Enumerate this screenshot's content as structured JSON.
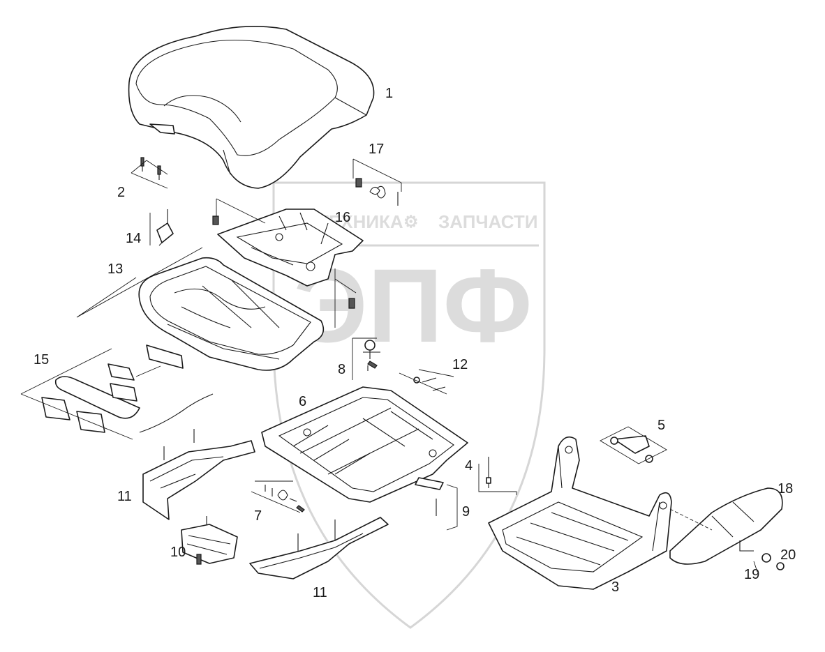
{
  "watermark": {
    "brand_left": "ТЕХНИКА",
    "brand_right": "ЗАПЧАСТИ",
    "logo": "ЭПФ",
    "gear_icon": "gear-icon"
  },
  "callouts": [
    {
      "id": "1",
      "label": "1"
    },
    {
      "id": "2",
      "label": "2"
    },
    {
      "id": "3",
      "label": "3"
    },
    {
      "id": "4",
      "label": "4"
    },
    {
      "id": "5",
      "label": "5"
    },
    {
      "id": "6",
      "label": "6"
    },
    {
      "id": "7",
      "label": "7"
    },
    {
      "id": "8",
      "label": "8"
    },
    {
      "id": "9",
      "label": "9"
    },
    {
      "id": "10",
      "label": "10"
    },
    {
      "id": "11a",
      "label": "11"
    },
    {
      "id": "11b",
      "label": "11"
    },
    {
      "id": "12",
      "label": "12"
    },
    {
      "id": "13",
      "label": "13"
    },
    {
      "id": "14",
      "label": "14"
    },
    {
      "id": "15",
      "label": "15"
    },
    {
      "id": "16",
      "label": "16"
    },
    {
      "id": "17",
      "label": "17"
    },
    {
      "id": "18",
      "label": "18"
    },
    {
      "id": "19",
      "label": "19"
    },
    {
      "id": "20",
      "label": "20"
    }
  ]
}
